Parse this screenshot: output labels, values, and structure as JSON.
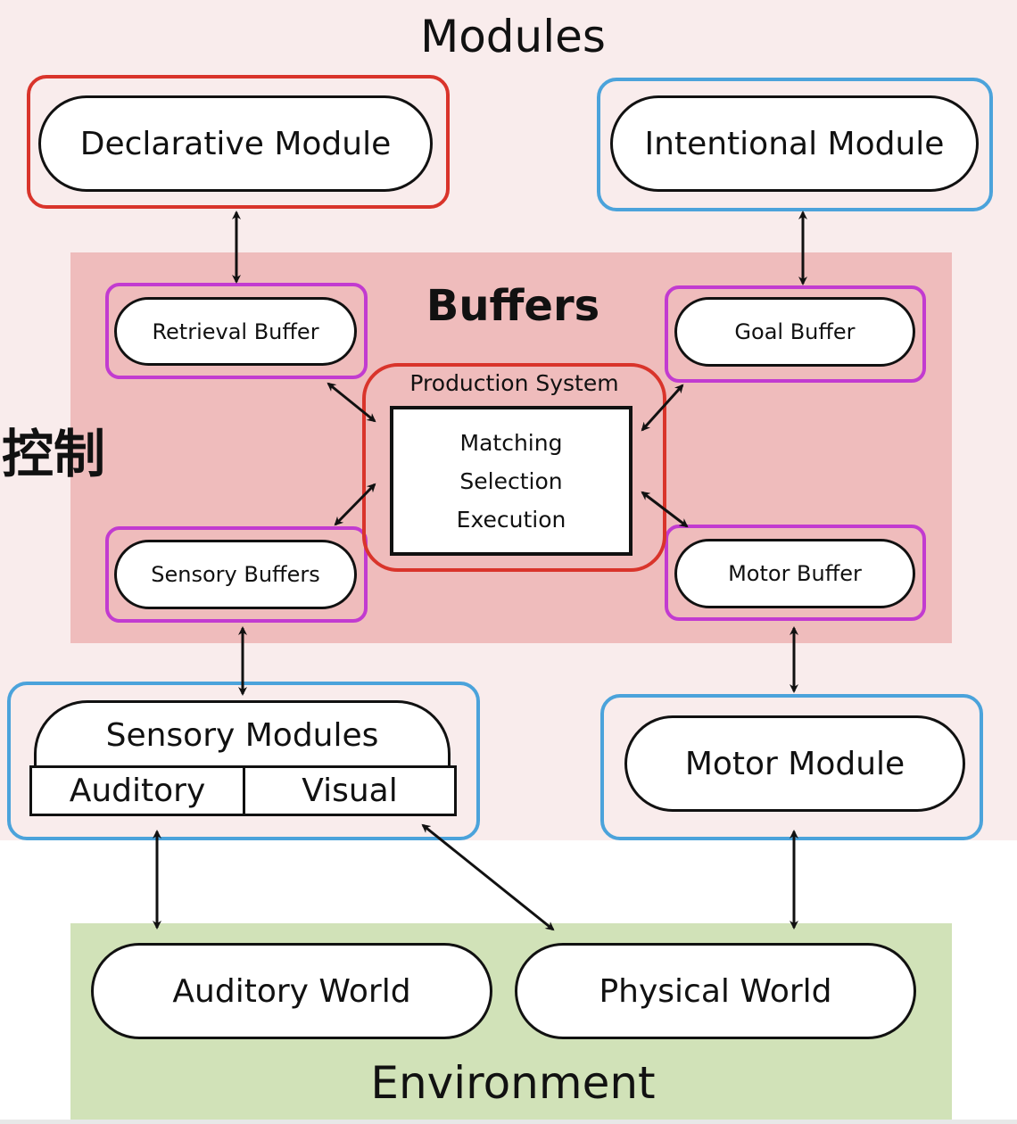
{
  "sections": {
    "modules_title": "Modules",
    "buffers_title": "Buffers",
    "environment_title": "Environment",
    "control_label": "控制"
  },
  "modules": {
    "declarative": "Declarative Module",
    "intentional": "Intentional Module",
    "sensory": {
      "title": "Sensory Modules",
      "sub": [
        "Auditory",
        "Visual"
      ]
    },
    "motor": "Motor Module"
  },
  "buffers": {
    "retrieval": "Retrieval Buffer",
    "goal": "Goal Buffer",
    "sensory": "Sensory Buffers",
    "motor": "Motor Buffer"
  },
  "production_system": {
    "title": "Production System",
    "steps": [
      "Matching",
      "Selection",
      "Execution"
    ]
  },
  "environment": {
    "auditory_world": "Auditory World",
    "physical_world": "Physical World"
  },
  "colors": {
    "modules_bg": "#f9ecec",
    "buffers_bg": "#efbcbc",
    "environment_bg": "#d1e2b8",
    "red_frame": "#d9342b",
    "blue_frame": "#4ba3db",
    "purple_frame": "#c23bd0"
  }
}
